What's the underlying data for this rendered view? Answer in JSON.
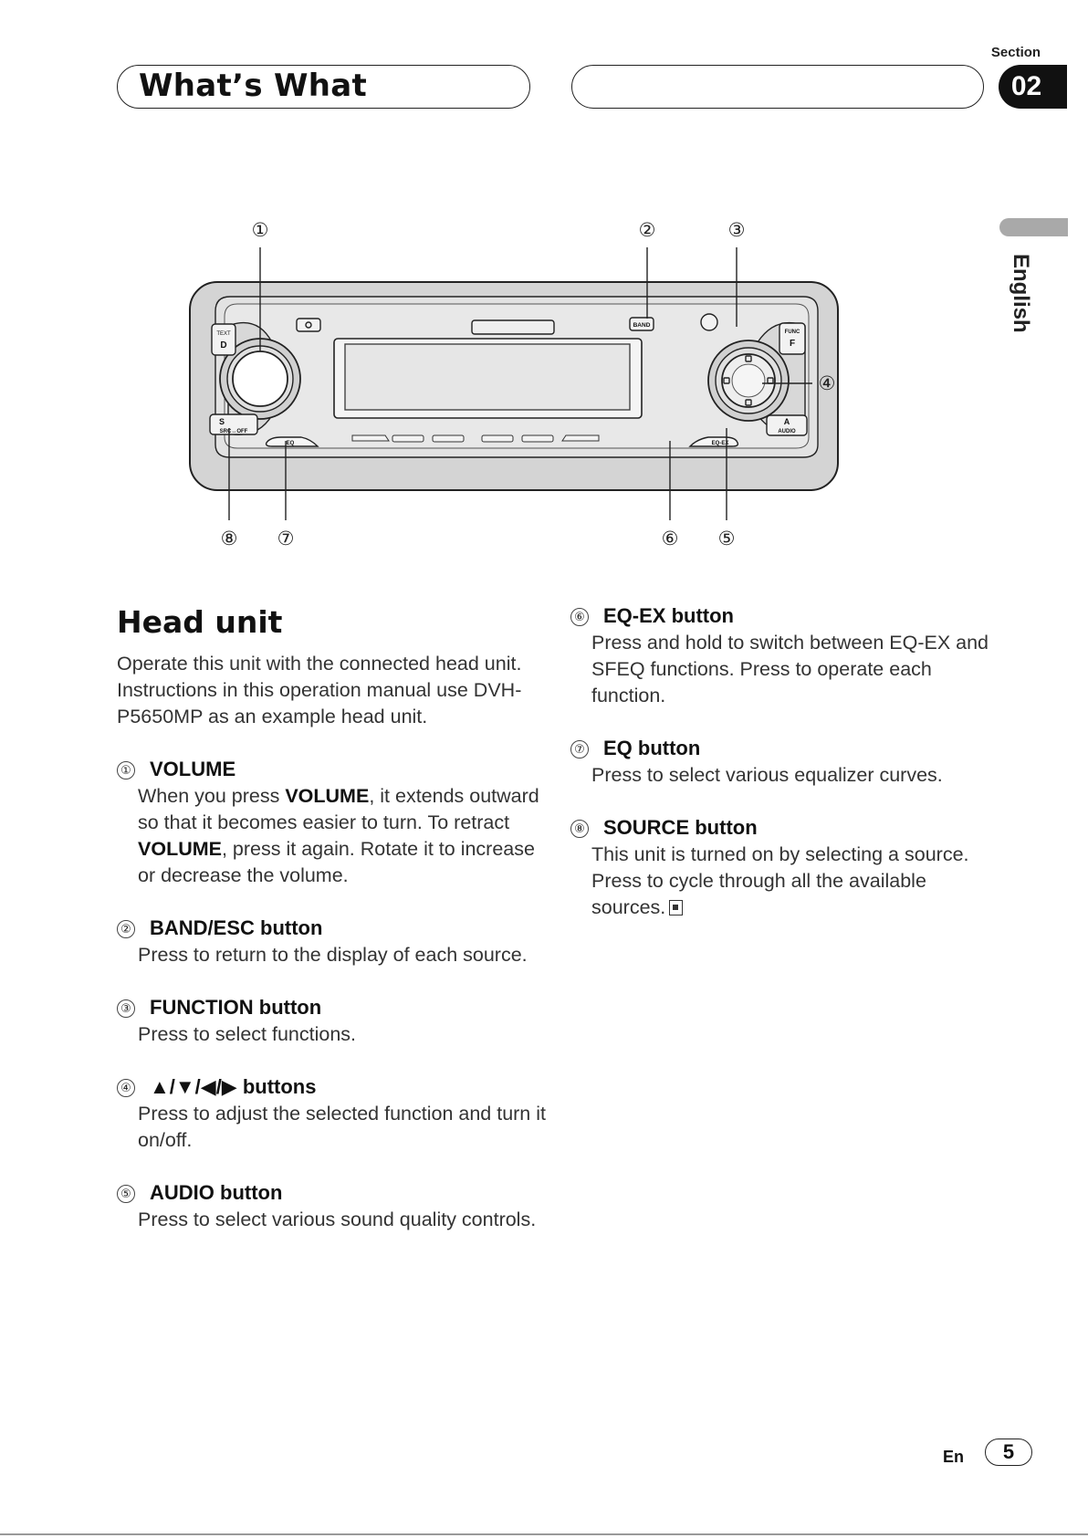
{
  "header": {
    "title": "What’s What",
    "section_label": "Section",
    "section_number": "02"
  },
  "side_tab": {
    "language": "English"
  },
  "figure": {
    "callouts": [
      "①",
      "②",
      "③",
      "④",
      "⑤",
      "⑥",
      "⑦",
      "⑧"
    ],
    "device_labels": {
      "text": "TEXT",
      "d": "D",
      "s": "S",
      "src_off": "SRC↔OFF",
      "eq": "EQ",
      "band": "BAND",
      "func": "FUNC",
      "f": "F",
      "a": "A",
      "audio": "AUDIO",
      "eq_ex": "EQ-EX"
    }
  },
  "content": {
    "heading": "Head unit",
    "intro": "Operate this unit with the connected head unit. Instructions in this operation manual use DVH-P5650MP as an example head unit.",
    "items": [
      {
        "number": "①",
        "title": "VOLUME",
        "desc_parts": [
          "When you press ",
          "VOLUME",
          ", it extends outward so that it becomes easier to turn. To retract ",
          "VOLUME",
          ", press it again. Rotate it to increase or decrease the volume."
        ]
      },
      {
        "number": "②",
        "title": "BAND/ESC button",
        "desc": "Press to return to the display of each source."
      },
      {
        "number": "③",
        "title": "FUNCTION button",
        "desc": "Press to select functions."
      },
      {
        "number": "④",
        "title": "▲/▼/◀/▶ buttons",
        "desc": "Press to adjust the selected function and turn it on/off."
      },
      {
        "number": "⑤",
        "title": "AUDIO button",
        "desc": "Press to select various sound quality controls."
      },
      {
        "number": "⑥",
        "title": "EQ-EX button",
        "desc": "Press and hold to switch between EQ-EX and SFEQ functions. Press to operate each function."
      },
      {
        "number": "⑦",
        "title": "EQ button",
        "desc": "Press to select various equalizer curves."
      },
      {
        "number": "⑧",
        "title": "SOURCE button",
        "desc": "This unit is turned on by selecting a source. Press to cycle through all the available sources."
      }
    ]
  },
  "footer": {
    "lang": "En",
    "page_number": "5"
  }
}
